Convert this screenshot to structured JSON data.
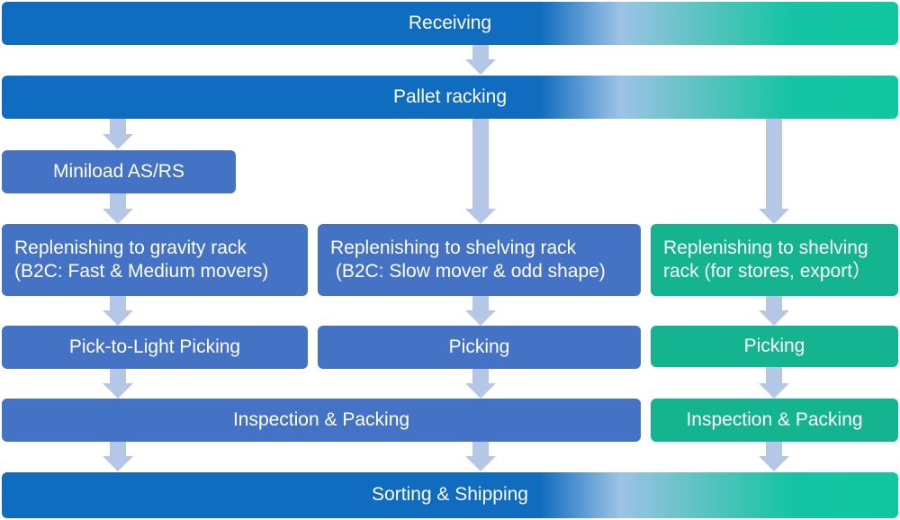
{
  "nodes": {
    "receiving": "Receiving",
    "pallet_racking": "Pallet racking",
    "miniload": "Miniload AS/RS",
    "replenish_gravity": [
      "Replenishing to gravity rack",
      "(B2C: Fast & Medium movers)"
    ],
    "replenish_shelving_b2c": [
      "Replenishing to shelving rack",
      " (B2C: Slow mover & odd shape)"
    ],
    "replenish_shelving_stores": [
      "Replenishing to shelving",
      "rack (for stores, export）"
    ],
    "pick_to_light": "Pick-to-Light Picking",
    "picking_mid": "Picking",
    "picking_right": "Picking",
    "inspection_left": "Inspection & Packing",
    "inspection_right": "Inspection & Packing",
    "sorting_shipping": "Sorting & Shipping"
  },
  "colors": {
    "band_blue": "#0f6cbf",
    "band_green": "#0fc7a0",
    "box_blue": "#4472c4",
    "box_green": "#13b48f",
    "arrow": "#b4c7e7"
  }
}
